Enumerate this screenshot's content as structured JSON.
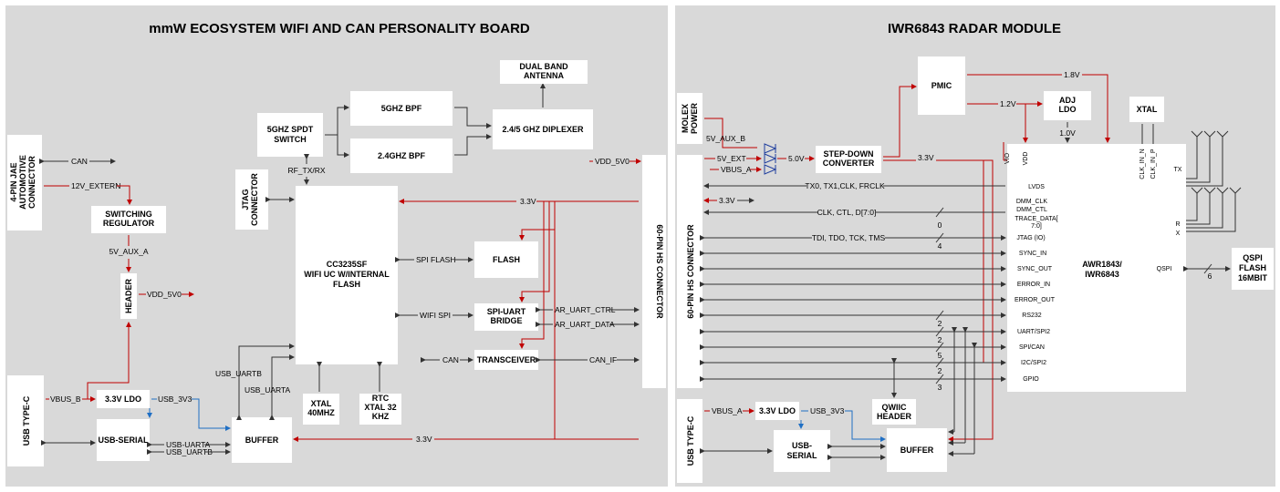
{
  "left_title": "mmW ECOSYSTEM WIFI AND CAN PERSONALITY BOARD",
  "right_title": "IWR6843 RADAR MODULE",
  "left": {
    "blocks": {
      "jae": [
        "4-PIN JAE",
        "AUTOMOTIVE",
        "CONNECTOR"
      ],
      "sw_reg": [
        "SWITCHING",
        "REGULATOR"
      ],
      "header": "HEADER",
      "usbc": "USB TYPE-C",
      "ldo": "3.3V LDO",
      "usb_serial": "USB-SERIAL",
      "buffer": "BUFFER",
      "jtag": [
        "JTAG",
        "CONNECTOR"
      ],
      "spdt": [
        "5GHZ SPDT",
        "SWITCH"
      ],
      "bpf5": "5GHZ BPF",
      "bpf24": "2.4GHZ BPF",
      "diplexer": "2.4/5 GHZ DIPLEXER",
      "antenna": [
        "DUAL BAND",
        "ANTENNA"
      ],
      "cc": [
        "CC3235SF",
        "WIFI UC W/INTERNAL",
        "FLASH"
      ],
      "flash": "FLASH",
      "spi_uart": [
        "SPI-UART",
        "BRIDGE"
      ],
      "transceiver": "TRANSCEIVER",
      "xtal40": [
        "XTAL",
        "40MHZ"
      ],
      "rtc": [
        "RTC",
        "XTAL 32",
        "KHZ"
      ],
      "hs": "60-PIN HS CONNECTOR"
    },
    "labels": {
      "can": "CAN",
      "v12": "12V_EXTERN",
      "v5aux": "5V_AUX_A",
      "vdd1": "VDD_5V0",
      "vdd2": "VDD_5V0",
      "vbus": "VBUS_B",
      "usb3v3": "USB_3V3",
      "uarta": "USB-UARTA",
      "uartb": "USB_UARTB",
      "uartb2": "USB_UARTB",
      "uarta2": "USB_UARTA",
      "rftx": "RF_TX/RX",
      "v33a": "3.3V",
      "v33b": "3.3V",
      "spiflash": "SPI FLASH",
      "wifispi": "WIFI SPI",
      "ar_ctrl": "AR_UART_CTRL",
      "ar_data": "AR_UART_DATA",
      "can2": "CAN",
      "can_if": "CAN_IF"
    }
  },
  "right": {
    "blocks": {
      "molex": [
        "MOLEX",
        "POWER"
      ],
      "pmic": "PMIC",
      "adj": [
        "ADJ",
        "LDO"
      ],
      "xtal": "XTAL",
      "step": [
        "STEP-DOWN",
        "CONVERTER"
      ],
      "hs": "60-PIN HS CONNECTOR",
      "awr": [
        "AWR1843/",
        "IWR6843"
      ],
      "qspi": [
        "QSPI",
        "FLASH",
        "16MBIT"
      ],
      "qwiic": [
        "QWIIC",
        "HEADER"
      ],
      "usbc": "USB TYPE-C",
      "ldo": "3.3V LDO",
      "usb_serial": [
        "USB-",
        "SERIAL"
      ],
      "buffer": "BUFFER"
    },
    "labels": {
      "v5auxb": "5V_AUX_B",
      "v5ext": "5V_EXT",
      "vbusa": "VBUS_A",
      "v50": "5.0V",
      "v18": "1.8V",
      "v12": "1.2V",
      "v10": "1.0V",
      "v33": "3.3V",
      "v33b": "3.3V",
      "lvds_sig": "TX0, TX1,CLK, FRCLK",
      "trace_sig": "CLK, CTL, D[7:0]",
      "jtag_sig": "TDI, TDO, TCK, TMS",
      "n0": "0",
      "n4": "4",
      "n2a": "2",
      "n2b": "2",
      "n5": "5",
      "n2c": "2",
      "n3": "3",
      "n6": "6",
      "vbus_a2": "VBUS_A",
      "usb3v3": "USB_3V3"
    },
    "pins": {
      "vio": "VIO",
      "vdd": "VDD",
      "lvds": "LVDS",
      "dmm_clk": "DMM_CLK",
      "dmm_ctl": "DMM_CTL",
      "trace1": "TRACE_DATA[",
      "trace2": "7:0]",
      "jtag": "JTAG (IO)",
      "sync_in": "SYNC_IN",
      "sync_out": "SYNC_OUT",
      "err_in": "ERROR_IN",
      "err_out": "ERROR_OUT",
      "rs232": "RS232",
      "uart_spi2": "UART/SPI2",
      "spi_can": "SPI/CAN",
      "i2c_spi2": "I2C/SPI2",
      "gpio": "GPIO",
      "qspi": "QSPI",
      "clk_in_n": "CLK_IN_N",
      "clk_in_p": "CLK_IN_P",
      "tx": "TX",
      "r": "R",
      "x": "X"
    }
  }
}
